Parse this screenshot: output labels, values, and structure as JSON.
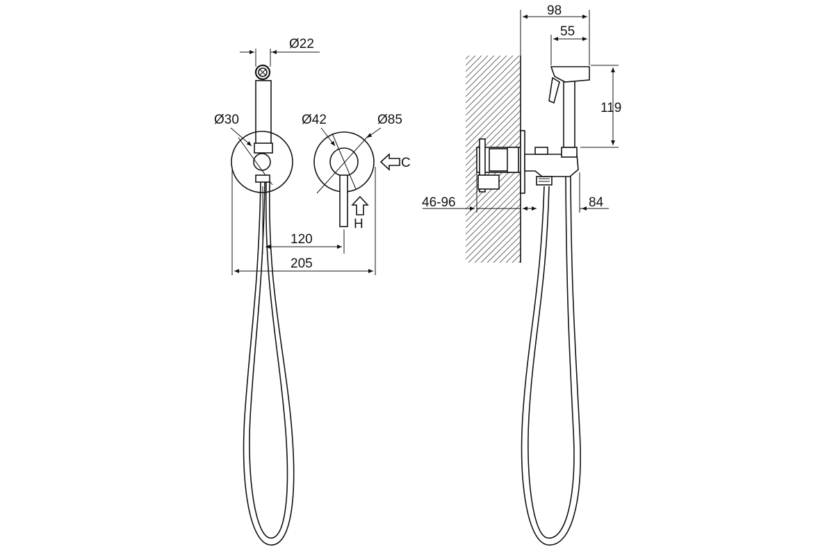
{
  "front_view": {
    "dimensions": {
      "spray_head_diameter": "Ø22",
      "holder_flange_diameter": "Ø30",
      "valve_body_diameter": "Ø42",
      "valve_flange_diameter": "Ø85",
      "center_distance": "120",
      "overall_width": "205"
    },
    "inlet_labels": {
      "cold": "C",
      "hot": "H"
    }
  },
  "side_view": {
    "dimensions": {
      "depth_total": "98",
      "head_depth": "55",
      "head_height": "119",
      "wall_depth_range": "46-96",
      "outlet_projection": "84"
    }
  },
  "colors": {
    "line": "#111111",
    "hatch": "#555555",
    "background": "#ffffff"
  }
}
